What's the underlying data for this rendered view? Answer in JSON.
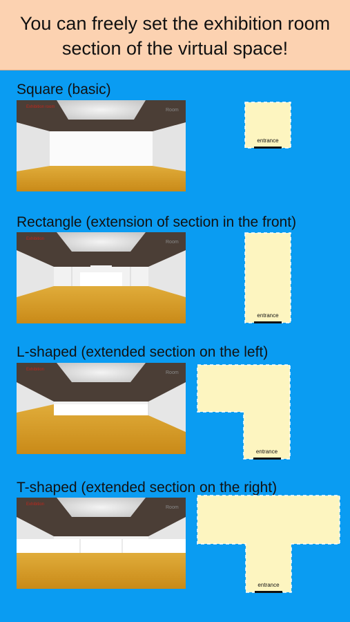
{
  "header": {
    "line1": "You can freely set the exhibition room",
    "line2": "section of the virtual space!"
  },
  "sections": [
    {
      "title": "Square (basic)",
      "room_label": "Room",
      "room_name": "Exhibition room",
      "shape": "square",
      "entrance_label": "entrance"
    },
    {
      "title": "Rectangle (extension of section in the front)",
      "room_label": "Room",
      "room_name": "Exhibition",
      "shape": "rectangle",
      "entrance_label": "entrance"
    },
    {
      "title": "L-shaped (extended section on the left)",
      "room_label": "Room",
      "room_name": "Exhibition",
      "shape": "l-shaped",
      "entrance_label": "entrance"
    },
    {
      "title": "T-shaped (extended section on the right)",
      "room_label": "Room",
      "room_name": "Exhibition",
      "shape": "t-shaped",
      "entrance_label": "entrance"
    }
  ],
  "colors": {
    "background": "#0a9cf2",
    "header": "#fcd2b1",
    "plan_fill": "#fdf5c0",
    "floor": "#d9a02c",
    "ceiling": "#4a3d35"
  }
}
